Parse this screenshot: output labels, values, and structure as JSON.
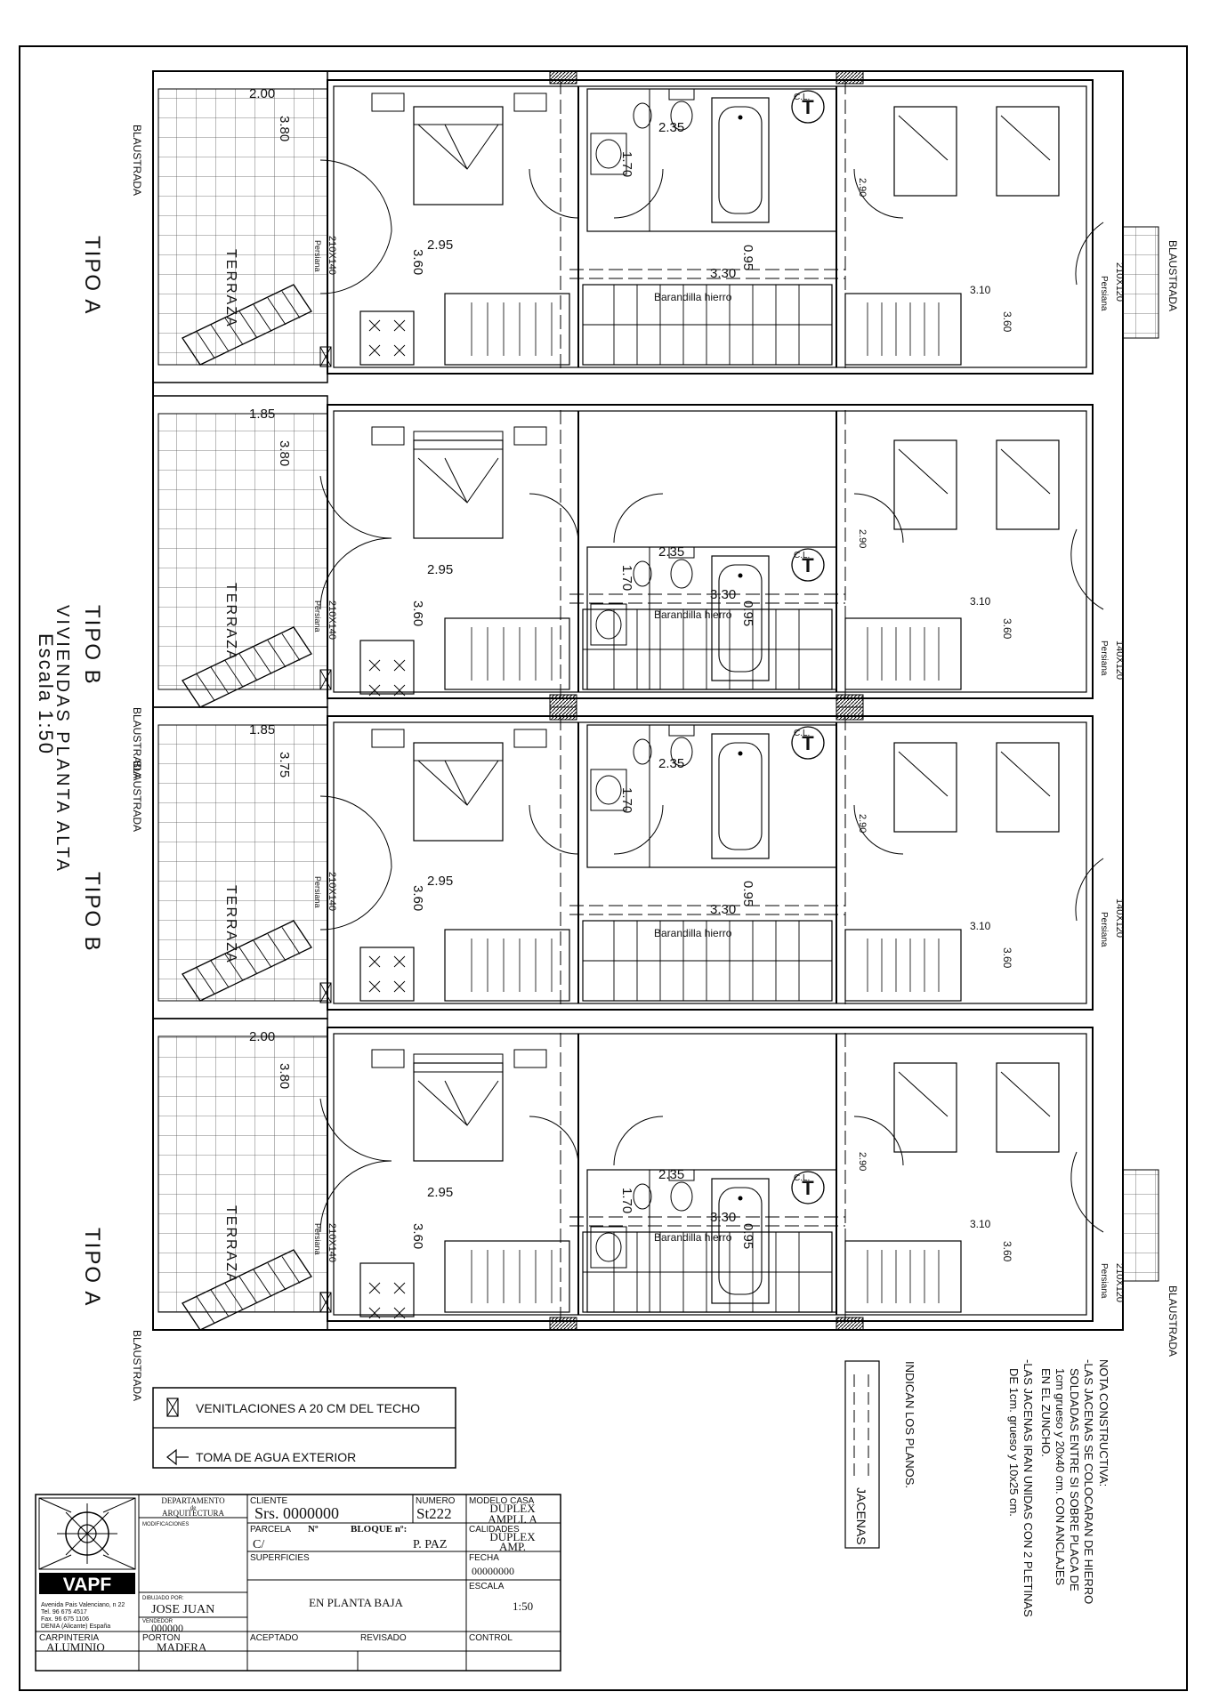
{
  "plan": {
    "title": "VIVIENDAS PLANTA ALTA",
    "scale": "Escala 1:50",
    "units": [
      {
        "tipo": "TIPO A",
        "blaustrada": "BLAUSTRADA",
        "terraza": "TERRAZA",
        "dim_a": "2.00",
        "dim_b": "3.80",
        "door": "210X140",
        "persiana": "Persiana",
        "dim_c": "3.60",
        "dim_d": "2.95",
        "bano_a": "2.35",
        "bano_b": "1.70",
        "hall_a": "0.95",
        "hall_b": "3.30",
        "barandilla": "Barandilla hierro",
        "dorm_a": "2.90",
        "dorm_b": "3.10",
        "dorm_c": "3.60",
        "win": "210X120",
        "win_persiana": "Persiana",
        "blaustrada_e": "BLAUSTRADA",
        "cl": "C.L.",
        "t": "T"
      },
      {
        "tipo": "TIPO B",
        "blaustrada": "BLAUSTRADA",
        "terraza": "TERRAZA",
        "dim_a": "1.85",
        "dim_b": "3.80",
        "door": "210X140",
        "persiana": "Persiana",
        "dim_c": "3.60",
        "dim_d": "2.95",
        "bano_a": "2.35",
        "bano_b": "1.70",
        "hall_a": "0.95",
        "hall_b": "3.30",
        "barandilla": "Barandilla hierro",
        "dorm_a": "2.90",
        "dorm_b": "3.10",
        "dorm_c": "3.60",
        "win": "140X120",
        "win_persiana": "Persiana",
        "blaustrada_e": "",
        "cl": "C.L.",
        "t": "T"
      },
      {
        "tipo": "TIPO B",
        "blaustrada": "BLAUSTRADA",
        "terraza": "TERRAZA",
        "dim_a": "1.85",
        "dim_b": "3.75",
        "door": "210X140",
        "persiana": "Persiana",
        "dim_c": "3.60",
        "dim_d": "2.95",
        "bano_a": "2.35",
        "bano_b": "1.70",
        "hall_a": "0.95",
        "hall_b": "3.30",
        "barandilla": "Barandilla hierro",
        "dorm_a": "2.90",
        "dorm_b": "3.10",
        "dorm_c": "3.60",
        "win": "140X120",
        "win_persiana": "Persiana",
        "blaustrada_e": "",
        "cl": "C.L.",
        "t": "T"
      },
      {
        "tipo": "TIPO A",
        "blaustrada": "BLAUSTRADA",
        "terraza": "TERRAZA",
        "dim_a": "2.00",
        "dim_b": "3.80",
        "door": "210X140",
        "persiana": "Persiana",
        "dim_c": "3.60",
        "dim_d": "2.95",
        "bano_a": "2.35",
        "bano_b": "1.70",
        "hall_a": "0.95",
        "hall_b": "3.30",
        "barandilla": "Barandilla hierro",
        "dorm_a": "2.90",
        "dorm_b": "3.10",
        "dorm_c": "3.60",
        "win": "210X120",
        "win_persiana": "Persiana",
        "blaustrada_e": "BLAUSTRADA",
        "cl": "C.L.",
        "t": "T"
      }
    ]
  },
  "legend": {
    "ventilacion": "VENITLACIONES A 20 CM DEL TECHO",
    "toma": "TOMA DE AGUA EXTERIOR",
    "jacenas": "JACENAS",
    "indican": "INDICAN LOS PLANOS.",
    "nota_title": "NOTA CONSTRUCTIVA:",
    "nota_lines": [
      "-LAS JACENAS SE COLOCARAN DE HIERRO",
      "SOLDADAS ENTRE SI SOBRE PLACA DE",
      "1cm grueso y 20x40 cm. CON ANCLAJES",
      "EN EL ZUNCHO.",
      "-LAS JACENAS IRAN UNIDAS CON 2 PLETINAS",
      "DE 1cm. grueso y 10x25 cm."
    ]
  },
  "titleblock": {
    "logo": "VAPF",
    "address": [
      "Avenida Pais Valenciano, n 22",
      "Tel. 96 675 4517",
      "Fax. 96 675 1106",
      "DENIA (Alicante) España"
    ],
    "departamento": [
      "DEPARTAMENTO",
      "de",
      "ARQUITECTURA"
    ],
    "modificaciones_label": "MODIFICACIONES",
    "dibujado_label": "DIBUJADO POR:",
    "dibujado": "JOSE JUAN",
    "vendedor_label": "VENDEDOR",
    "vendedor": "000000",
    "cliente_label": "CLIENTE",
    "cliente": "Srs. 0000000",
    "numero_label": "NUMERO",
    "numero": "St222",
    "modelo_label": "MODELO CASA",
    "modelo": [
      "DUPLEX",
      "AMPLI. A"
    ],
    "parcela_label": "PARCELA",
    "n_label": "Nº",
    "bloque_label": "BLOQUE nº:",
    "parcela": "C/",
    "bloque": "P. PAZ",
    "calidades_label": "CALIDADES",
    "calidades": [
      "DUPLEX",
      "AMP."
    ],
    "superficies_label": "SUPERFICIES",
    "superficies": "EN PLANTA BAJA",
    "fecha_label": "FECHA",
    "fecha": "00000000",
    "escala_label": "ESCALA",
    "escala": "1:50",
    "carpinteria_label": "CARPINTERIA",
    "carpinteria": "ALUMINIO",
    "porton_label": "PORTON",
    "porton": "MADERA",
    "aceptado_label": "ACEPTADO",
    "revisado_label": "REVISADO",
    "control_label": "CONTROL"
  }
}
